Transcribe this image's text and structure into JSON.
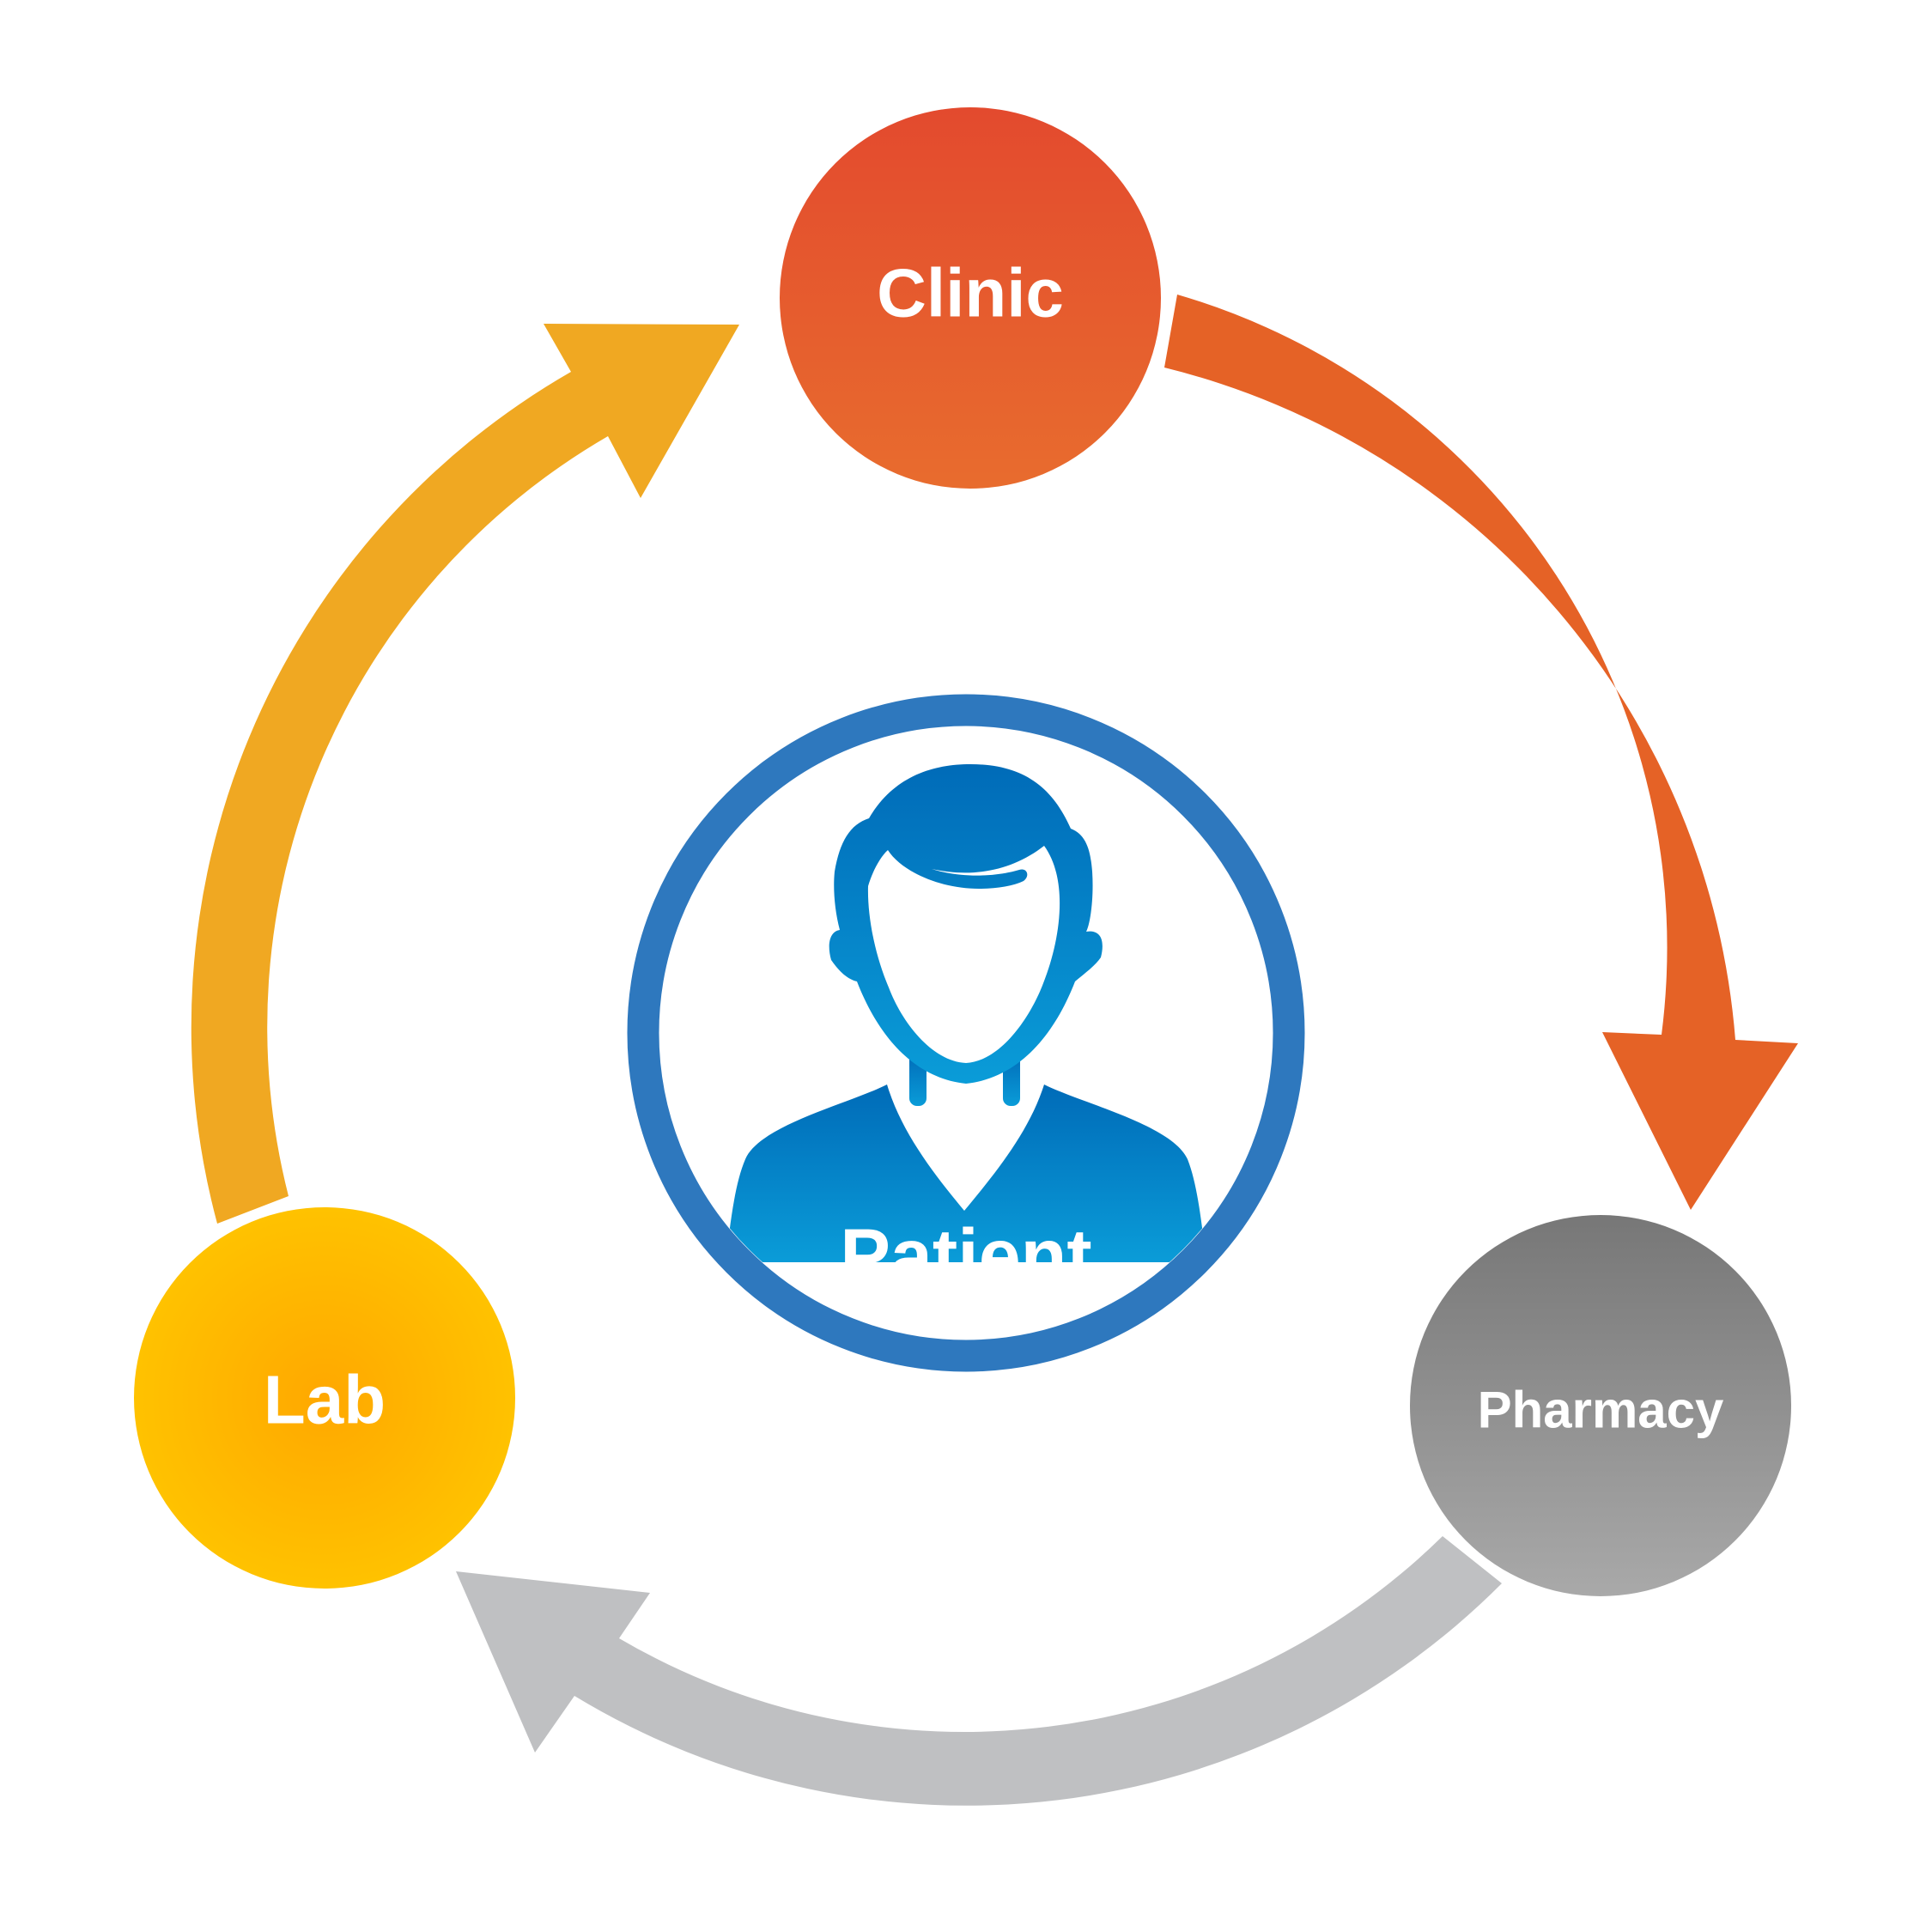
{
  "diagram": {
    "type": "cycle",
    "center": {
      "label": "Patient",
      "color": "#2E78BE",
      "icon": "person-icon"
    },
    "nodes": [
      {
        "id": "clinic",
        "label": "Clinic",
        "color_top": "#E34A2E",
        "color_bottom": "#E86C2E"
      },
      {
        "id": "pharmacy",
        "label": "Pharmacy",
        "color_top": "#777777",
        "color_bottom": "#A9A9A9"
      },
      {
        "id": "lab",
        "label": "Lab",
        "color_center": "#FFA800",
        "color_edge": "#FFC200"
      }
    ],
    "arrows": [
      {
        "from": "clinic",
        "to": "pharmacy",
        "color": "#E56226"
      },
      {
        "from": "pharmacy",
        "to": "lab",
        "color": "#BFC0C2"
      },
      {
        "from": "lab",
        "to": "clinic",
        "color": "#F0A822"
      }
    ]
  }
}
